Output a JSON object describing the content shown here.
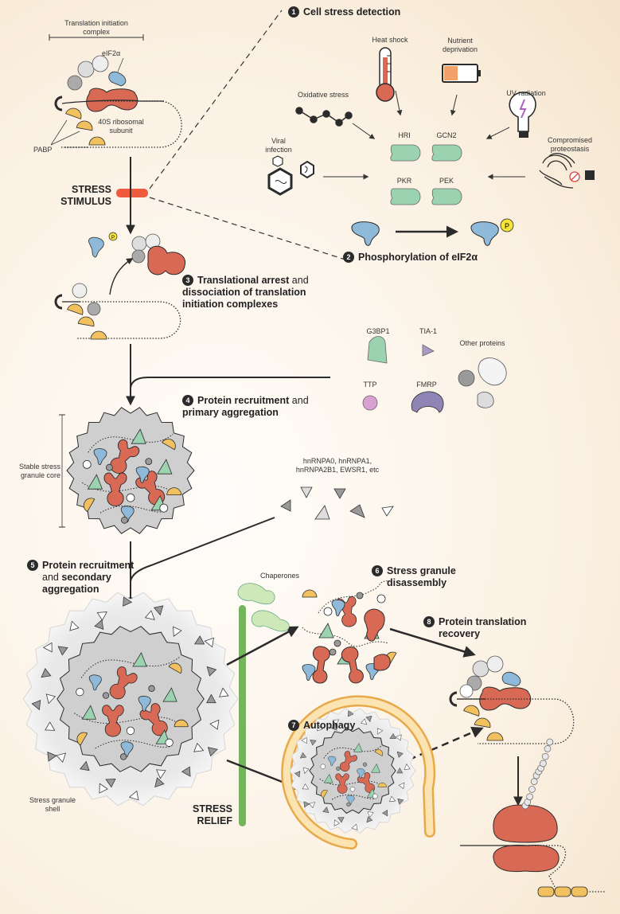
{
  "colors": {
    "red": "#d86a55",
    "blue": "#8fb9d8",
    "green": "#9bd3b0",
    "yellow": "#f2c15f",
    "purple": "#8f85b4",
    "pink": "#d9a0d3",
    "gray": "#bdbdbd",
    "stress_bar": "#ef5b3e",
    "relief_bar": "#76b35d"
  },
  "top_left": {
    "complex_label": "Translation initiation complex",
    "eif2a": "eIF2α",
    "ribosome": "40S ribosomal subunit",
    "pabp": "PABP"
  },
  "stress_stimulus": "STRESS STIMULUS",
  "step1": {
    "number": "1",
    "title": "Cell stress detection"
  },
  "stressors": {
    "heat": "Heat shock",
    "nutrient": "Nutrient deprivation",
    "oxidative": "Oxidative stress",
    "uv": "UV radiation",
    "viral": "Viral infection",
    "proteostasis": "Compromised proteostasis"
  },
  "kinases": [
    "HRI",
    "GCN2",
    "PKR",
    "PEK"
  ],
  "phospho_symbol": "P",
  "step2": {
    "number": "2",
    "title": "Phosphorylation of eIF2α"
  },
  "step3": {
    "number": "3",
    "title_bold": "Translational arrest",
    "title_normal": " and",
    "line2": "dissociation of translation",
    "line3": "initiation complexes"
  },
  "proteins": {
    "g3bp1": "G3BP1",
    "tia1": "TIA-1",
    "other": "Other proteins",
    "ttp": "TTP",
    "fmrp": "FMRP"
  },
  "step4": {
    "number": "4",
    "title_bold": "Protein recruitment",
    "title_normal": " and",
    "line2": "primary aggregation"
  },
  "core_label": "Stable stress granule core",
  "hnrnp_label": "hnRNPA0, hnRNPA1, hnRNPA2B1, EWSR1, etc",
  "step5": {
    "number": "5",
    "title_bold": "Protein recruitment",
    "line2_normal": "and ",
    "line2_bold": "secondary",
    "line3": "aggregation"
  },
  "chaperones": "Chaperones",
  "step6": {
    "number": "6",
    "line1": "Stress granule",
    "line2": "disassembly"
  },
  "step7": {
    "number": "7",
    "title": "Autophagy"
  },
  "step8": {
    "number": "8",
    "line1": "Protein translation",
    "line2": "recovery"
  },
  "shell_label": "Stress granule shell",
  "stress_relief": "STRESS RELIEF"
}
